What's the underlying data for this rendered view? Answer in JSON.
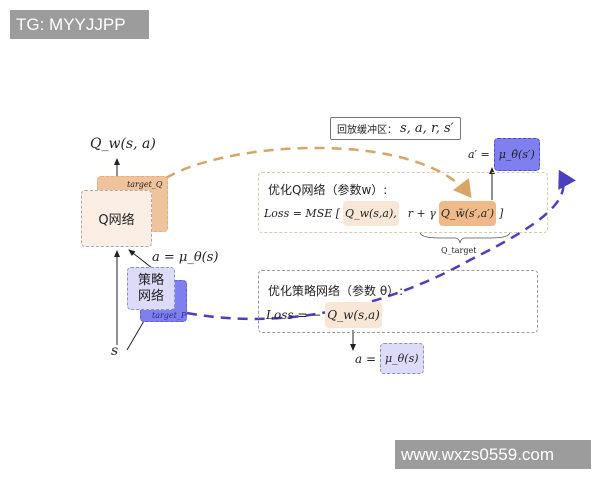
{
  "watermarks": {
    "top_left": "TG: MYYJJPP",
    "bottom_right": "www.wxzs0559.com"
  },
  "left": {
    "q_output": "Q_w(s, a)",
    "target_q": "target_Q",
    "q_net": "Q网络",
    "action": "a = μ_θ(s)",
    "policy_net_line1": "策略",
    "policy_net_line2": "网络",
    "target_p": "target_P",
    "state": "s"
  },
  "replay_buffer": {
    "label": "回放缓冲区：",
    "contents": "s, a, r, s′"
  },
  "next_action": {
    "lhs": "a′ =",
    "rhs": "μ_θ̄(s′)"
  },
  "q_opt": {
    "title": "优化Q网络（参数w）:",
    "loss_prefix": "Loss = MSE [",
    "q_term": "Q_w(s,a),",
    "target_prefix": "r + γ",
    "target_term": "Q_w̄(s′,a′)",
    "close": "]",
    "brace_label": "Q_target"
  },
  "policy_opt": {
    "title": "优化策略网络（参数 θ）:",
    "loss_prefix": "Loss = −",
    "q_term": "Q_w(s,a)",
    "action_lhs": "a =",
    "action_rhs": "μ_θ(s)"
  },
  "colors": {
    "orange": "#d9a566",
    "blue": "#4b3fbf",
    "q_light": "#fbefe5",
    "q_dark": "#efc39c",
    "p_light": "#dcdcfa",
    "p_dark": "#7f7ff0"
  }
}
